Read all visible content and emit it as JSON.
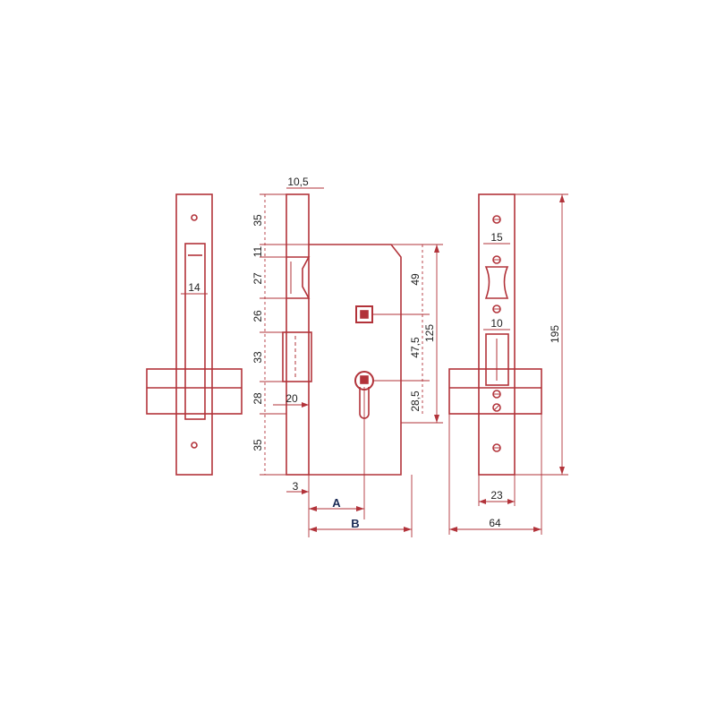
{
  "colors": {
    "line": "#b2333a",
    "text": "#222222",
    "ab": "#1a2a55",
    "bg": "#ffffff"
  },
  "dimensions": {
    "faceplate_thickness": "10,5",
    "backset_a": "A",
    "backset_b": "B",
    "left_bolt_width": "14",
    "edge_offset": "3",
    "latch_depth": "20",
    "sec_35_top": "35",
    "sec_11": "11",
    "sec_27": "27",
    "sec_26": "26",
    "sec_33": "33",
    "sec_28": "28",
    "sec_35_bottom": "35",
    "center_49": "49",
    "center_47_5": "47,5",
    "center_28_5": "28,5",
    "case_height": "125",
    "plate_15": "15",
    "plate_10": "10",
    "plate_height": "195",
    "plate_23": "23",
    "overall_depth": "64"
  }
}
